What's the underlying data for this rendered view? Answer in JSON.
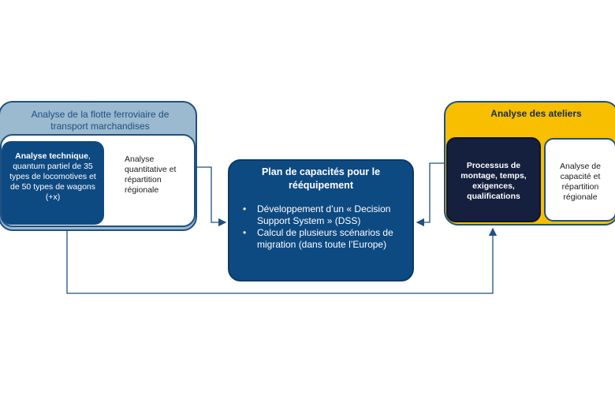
{
  "fleet_analysis": {
    "title": "Analyse de la flotte ferroviaire de transport marchandises",
    "technical_bold": "Analyse technique",
    "technical_rest": ", quantum partiel de 35 types de locomotives et de 50 types de wagons (+x)",
    "quantitative": "Analyse quantitative et répartition régionale"
  },
  "capacity_plan": {
    "title": "Plan de capacités pour le rééquipement",
    "bullets": [
      "Développement d’un « Decision Support System » (DSS)",
      "Calcul de plusieurs scénarios de migration (dans toute l’Europe)"
    ]
  },
  "workshop_analysis": {
    "title": "Analyse des ateliers",
    "process": "Processus de montage, temps, exigences, qualifications",
    "capacity": "Analyse de capacité et répartition régionale"
  },
  "colors": {
    "navy": "#0e4a82",
    "light_blue": "#9bb9cf",
    "gold": "#f7bf00",
    "dark_navy": "#14203d",
    "border_blue": "#21507f"
  }
}
